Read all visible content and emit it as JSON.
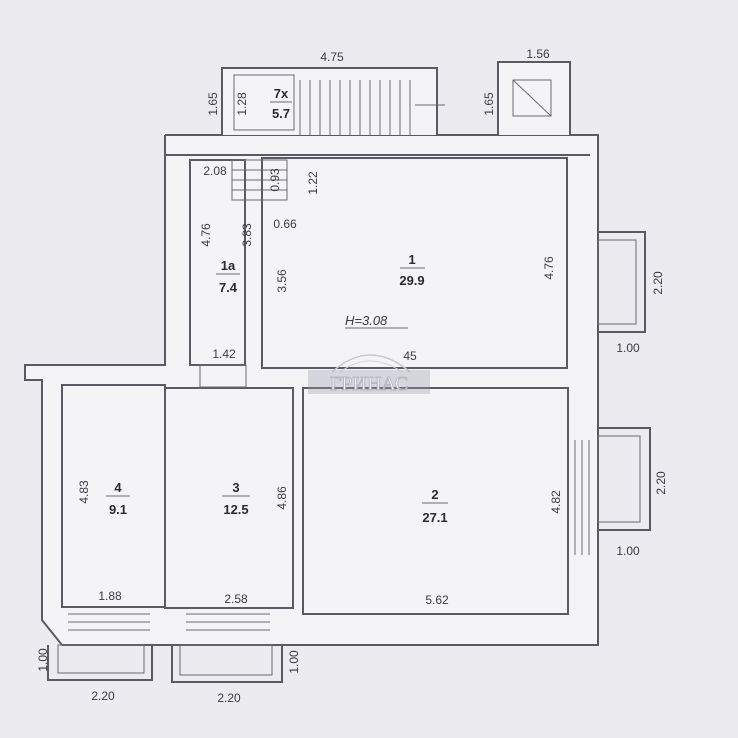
{
  "plan": {
    "height_label": "H=3.08",
    "watermark": "ГРИНАС",
    "rooms": [
      {
        "id": "1",
        "number": "1",
        "area": "29.9"
      },
      {
        "id": "1a",
        "number": "1а",
        "area": "7.4"
      },
      {
        "id": "2",
        "number": "2",
        "area": "27.1"
      },
      {
        "id": "3",
        "number": "3",
        "area": "12.5"
      },
      {
        "id": "4",
        "number": "4",
        "area": "9.1"
      },
      {
        "id": "7x",
        "number": "7х",
        "area": "5.7"
      }
    ],
    "dimensions": {
      "top_stair_width": "4.75",
      "top_right_box": "1.56",
      "left_stair_height": "1.65",
      "right_box_height": "1.65",
      "stair_inner": "1.28",
      "hall_top": "2.08",
      "step_a": "0.93",
      "step_b": "1.22",
      "hall_side": "4.76",
      "hall_inner": "3.83",
      "door_gap": "0.66",
      "room1_left": "3.56",
      "room1_right": "4.76",
      "room1_bottom": "45",
      "hall_bottom": "1.42",
      "right_porch_top_h": "2.20",
      "right_porch_top_w": "1.00",
      "room2_right": "4.82",
      "room2_bottom": "5.62",
      "right_porch_bot_h": "2.20",
      "right_porch_bot_w": "1.00",
      "room4_side": "4.83",
      "room4_bottom": "1.88",
      "room3_side": "4.86",
      "room3_bottom": "2.58",
      "porch_left_h": "1.00",
      "porch_left_w": "2.20",
      "porch_mid_h": "1.00",
      "porch_mid_w": "2.20"
    }
  }
}
